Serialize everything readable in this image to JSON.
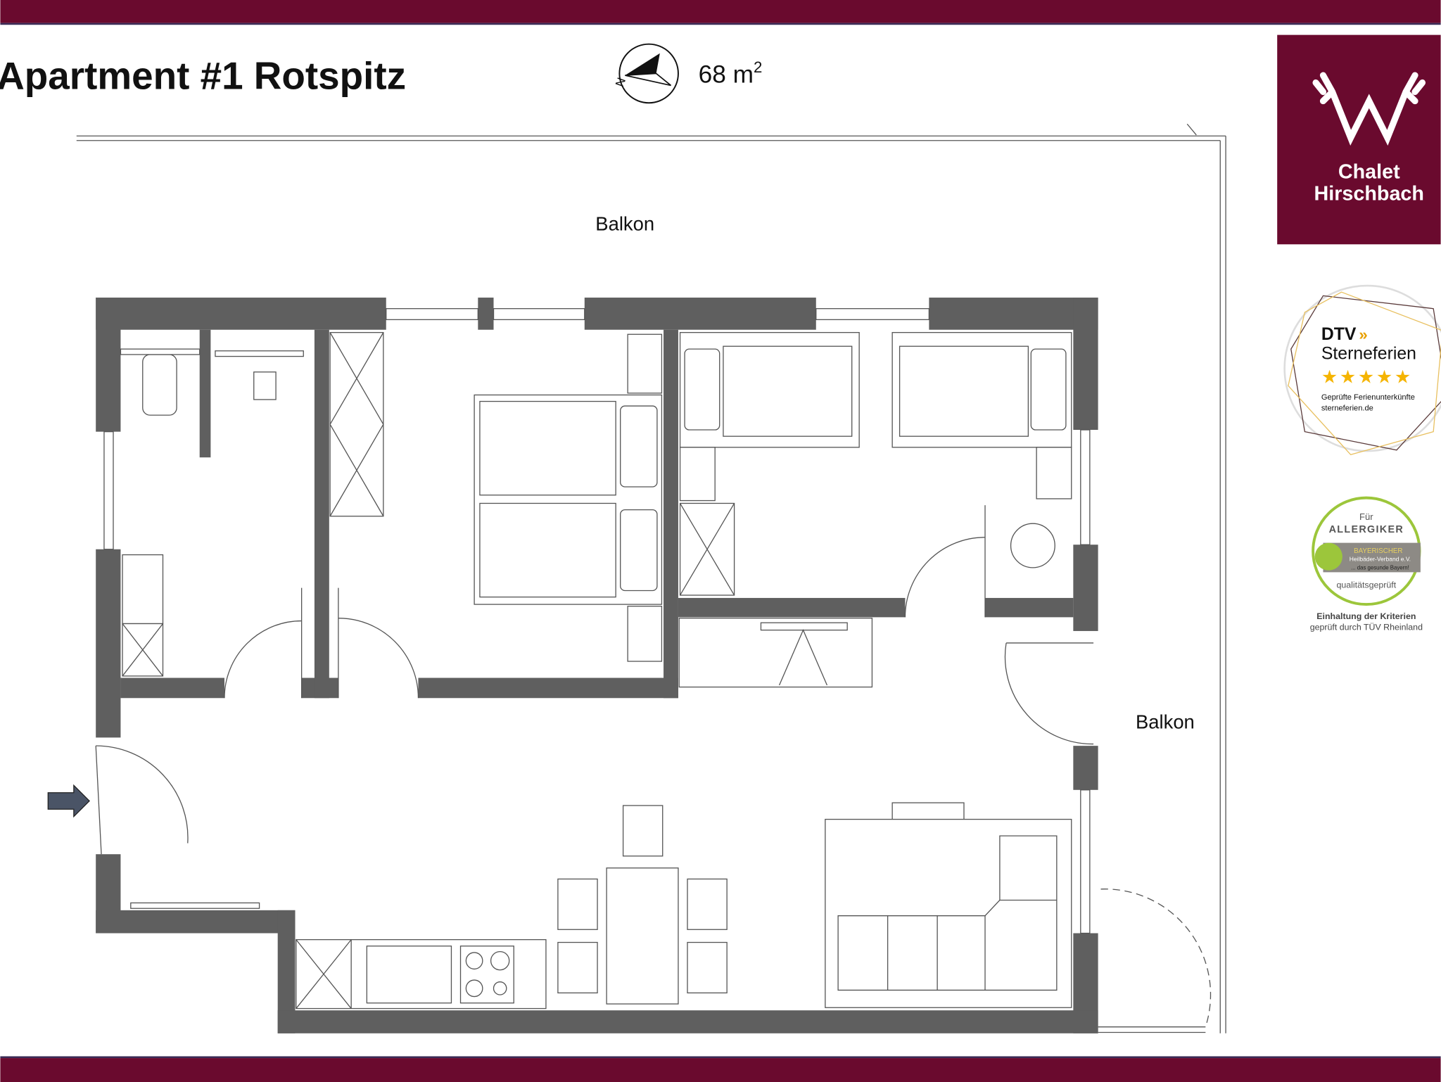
{
  "header": {
    "title": "Apartment #1 Rotspitz",
    "area_value": "68 m",
    "area_sup": "2",
    "compass_label": "N"
  },
  "labels": {
    "balcony_top": "Balkon",
    "balcony_right": "Balkon"
  },
  "logo": {
    "line1": "Chalet",
    "line2": "Hirschbach"
  },
  "dtv_badge": {
    "brand": "DTV",
    "name": "Sterneferien",
    "stars": 5,
    "line1": "Geprüfte Ferienunterkünfte",
    "line2": "sterneferien.de"
  },
  "allergy_badge": {
    "fuer": "Für",
    "title": "ALLERGIKER",
    "org1": "BAYERISCHER",
    "org2": "Heilbäder-Verband e.V.",
    "org3": "... das gesunde Bayern!",
    "quality": "qualitätsgeprüft",
    "caption1": "Einhaltung der Kriterien",
    "caption2": "geprüft durch TÜV Rheinland"
  },
  "colors": {
    "brand": "#6a0a2e",
    "wall": "#5f5f5f",
    "star": "#f5b400",
    "allergy_green": "#9cc63b"
  }
}
